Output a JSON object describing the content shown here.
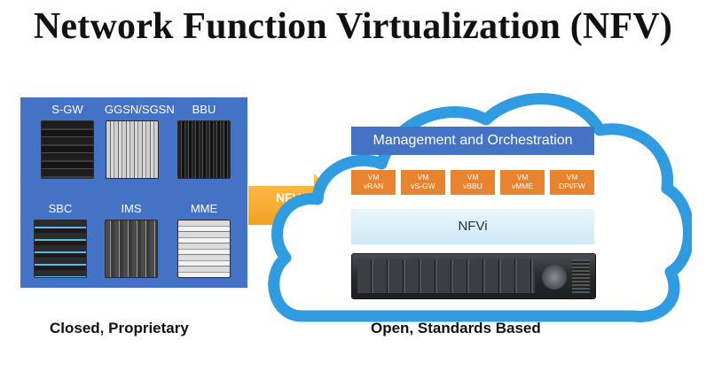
{
  "title": "Network Function Virtualization (NFV)",
  "left_panel": {
    "devices": [
      {
        "label": "S-GW",
        "icon": "router-chassis-icon"
      },
      {
        "label": "GGSN/SGSN",
        "icon": "slot-chassis-icon"
      },
      {
        "label": "BBU",
        "icon": "rack-unit-icon"
      },
      {
        "label": "SBC",
        "icon": "appliance-icon"
      },
      {
        "label": "IMS",
        "icon": "blade-chassis-icon"
      },
      {
        "label": "MME",
        "icon": "server-chassis-icon"
      }
    ],
    "background_color": "#4472c4",
    "caption": "Closed, Proprietary"
  },
  "arrow": {
    "label": "NFV",
    "color": "#f5a623"
  },
  "cloud": {
    "management": "Management and Orchestration",
    "vms": [
      {
        "line1": "VM",
        "line2": "vRAN"
      },
      {
        "line1": "VM",
        "line2": "vS-GW"
      },
      {
        "line1": "VM",
        "line2": "vBBU"
      },
      {
        "line1": "VM",
        "line2": "vMME"
      },
      {
        "line1": "VM",
        "line2": "DPI/FW"
      }
    ],
    "nfvi": "NFVi",
    "outline_color": "#2f9be0",
    "caption": "Open, Standards Based"
  }
}
